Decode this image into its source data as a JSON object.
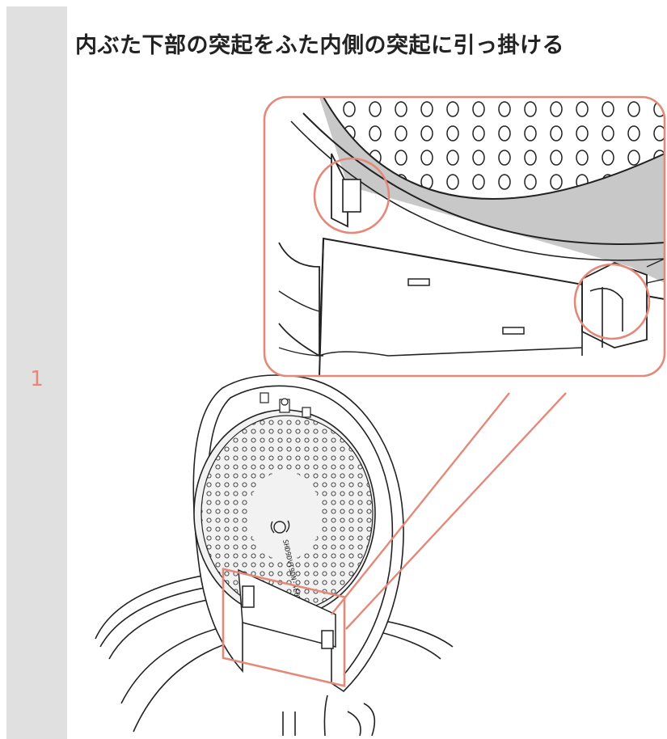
{
  "step": {
    "number": "1",
    "instruction": "内ぶた下部の突起をふた内側の突起に引っ掛ける"
  },
  "illustration": {
    "lid_marking": "SHD9DVT9DN-4E0N",
    "icon": "rice-cooker-inner-lid-illustration"
  },
  "colors": {
    "accent": "#e4897a",
    "sidebar": "#e0e0e0",
    "text": "#222222",
    "zoom_fill": "#c8c8c8"
  }
}
